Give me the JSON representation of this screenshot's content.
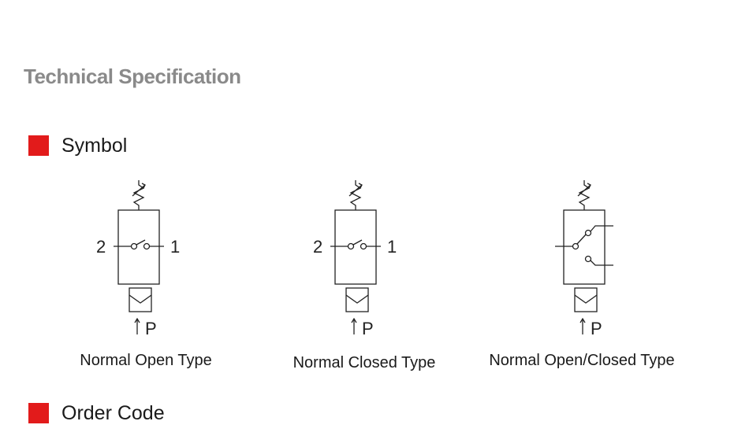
{
  "page_title": "Technical Specification",
  "accent_color": "#e21b1b",
  "sections": {
    "symbol": "Symbol",
    "order_code": "Order Code"
  },
  "symbols": [
    {
      "caption": "Normal Open Type",
      "port_left": "2",
      "port_right": "1",
      "port_bottom": "P"
    },
    {
      "caption": "Normal Closed Type",
      "port_left": "2",
      "port_right": "1",
      "port_bottom": "P"
    },
    {
      "caption": "Normal Open/Closed Type",
      "port_bottom": "P"
    }
  ]
}
